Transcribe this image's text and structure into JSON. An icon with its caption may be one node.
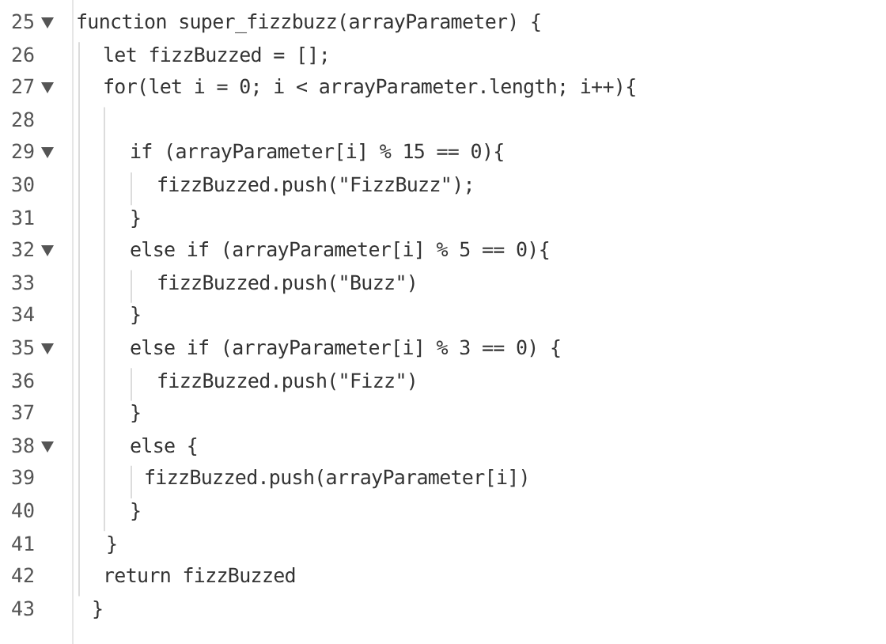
{
  "diagram": {
    "labels": [
      "25",
      "function super_fizzbuzz(arrayParameter) {",
      "26",
      "let fizzBuzzed = [];",
      "27",
      "for(let i = 0; i < arrayParameter.length; i++){",
      "28",
      "29",
      "if (arrayParameter[i] % 15 == 0){",
      "30",
      "fizzBuzzed.push(\"FizzBuzz\");",
      "31",
      "}",
      "32",
      "else if (arrayParameter[i] % 5 == 0){",
      "33",
      "fizzBuzzed.push(\"Buzz\")",
      "34",
      "}",
      "35",
      "else if (arrayParameter[i] % 3 == 0) {",
      "36",
      "fizzBuzzed.push(\"Fizz\")",
      "37",
      "}",
      "38",
      "else {",
      "39",
      "fizzBuzzed.push(arrayParameter[i])",
      "40",
      "}",
      "41",
      "}",
      "42",
      "return fizzBuzzed",
      "43",
      "}"
    ]
  }
}
